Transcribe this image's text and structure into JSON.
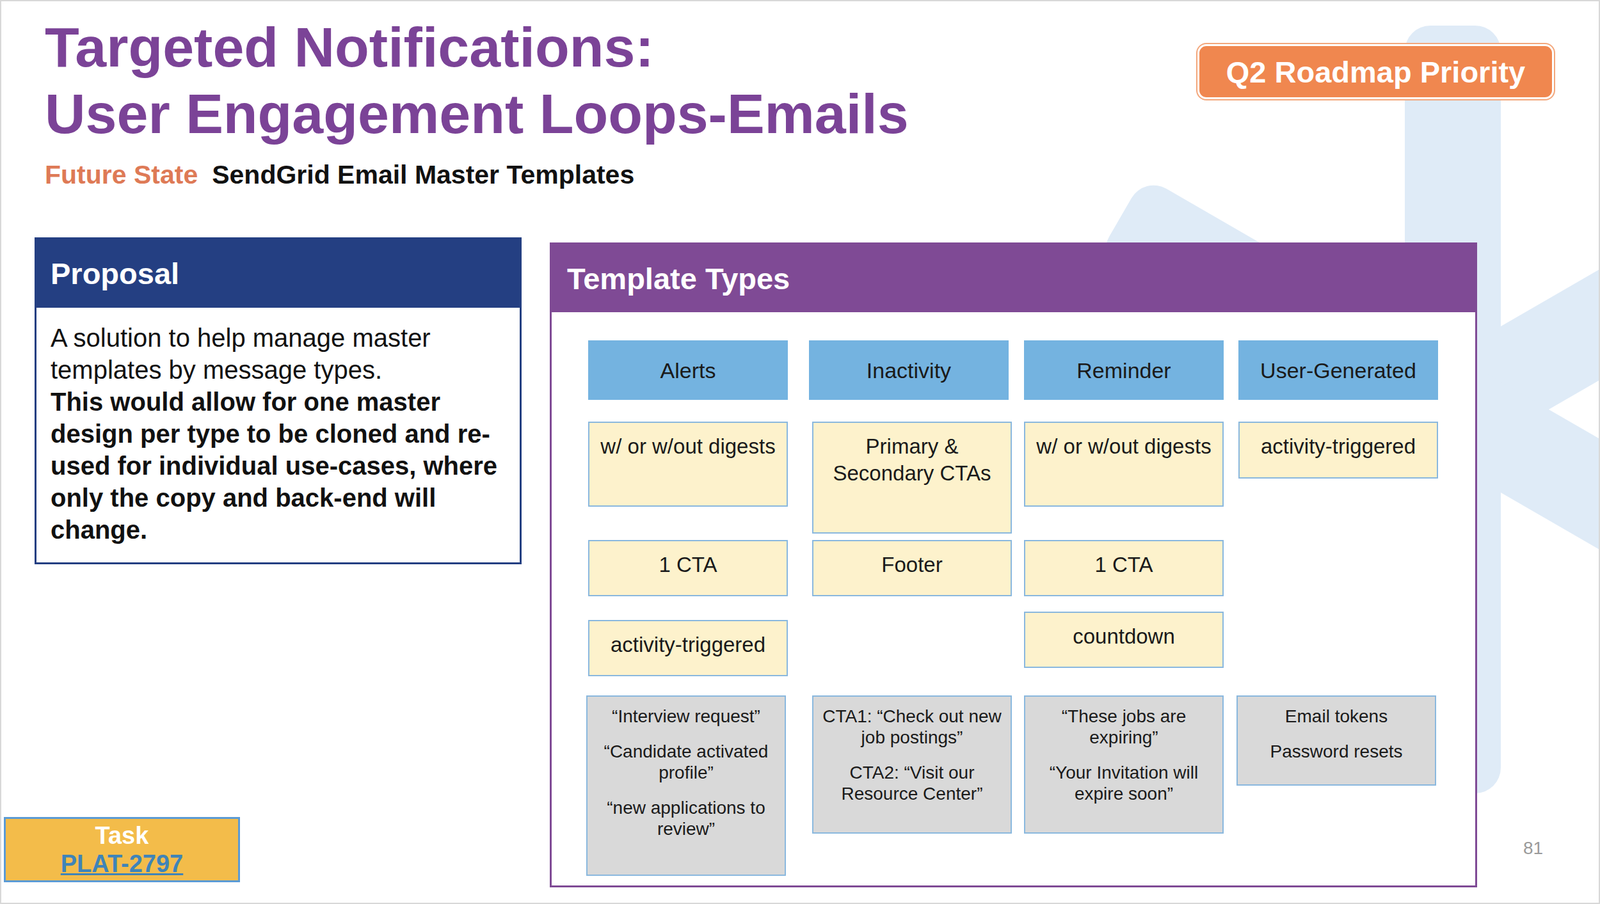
{
  "diagram": {
    "title": "Targeted Notifications: User Engagement Loops-Emails",
    "nodes": [
      {
        "text": [
          "Q2 Roadmap Priority"
        ]
      },
      {
        "text": [
          "Proposal",
          "A solution to help manage master templates by message types.",
          "This would allow for one master design per type to be cloned and re-used for individual use-cases, where only the copy and back-end will change."
        ]
      },
      {
        "text": [
          "Template Types"
        ]
      },
      {
        "text": [
          "Alerts"
        ],
        "in": 2
      },
      {
        "text": [
          "Inactivity"
        ],
        "in": 2
      },
      {
        "text": [
          "Reminder"
        ],
        "in": 2
      },
      {
        "text": [
          "User-Generated"
        ],
        "in": 2
      },
      {
        "text": [
          "w/ or w/out digests"
        ],
        "in": 2
      },
      {
        "text": [
          "Primary & Secondary CTAs"
        ],
        "in": 2
      },
      {
        "text": [
          "w/ or w/out digests"
        ],
        "in": 2
      },
      {
        "text": [
          "activity-triggered"
        ],
        "in": 2
      },
      {
        "text": [
          "1 CTA"
        ],
        "in": 2
      },
      {
        "text": [
          "Footer"
        ],
        "in": 2
      },
      {
        "text": [
          "1 CTA"
        ],
        "in": 2
      },
      {
        "text": [
          "activity-triggered"
        ],
        "in": 2
      },
      {
        "text": [
          "countdown"
        ],
        "in": 2
      },
      {
        "text": [
          "“Interview request”",
          "“Candidate activated profile”",
          "“new applications to review”"
        ],
        "in": 2
      },
      {
        "text": [
          "CTA1: “Check out new job postings”",
          "CTA2: “Visit our Resource Center”"
        ],
        "in": 2
      },
      {
        "text": [
          "“These jobs are expiring”",
          "“Your Invitation will expire soon”"
        ],
        "in": 2
      },
      {
        "text": [
          "Email tokens",
          "Password resets"
        ],
        "in": 2
      },
      {
        "text": [
          "Task",
          "PLAT-2797"
        ]
      }
    ],
    "labels": [
      "Future State",
      "SendGrid Email Master Templates",
      "81"
    ]
  }
}
